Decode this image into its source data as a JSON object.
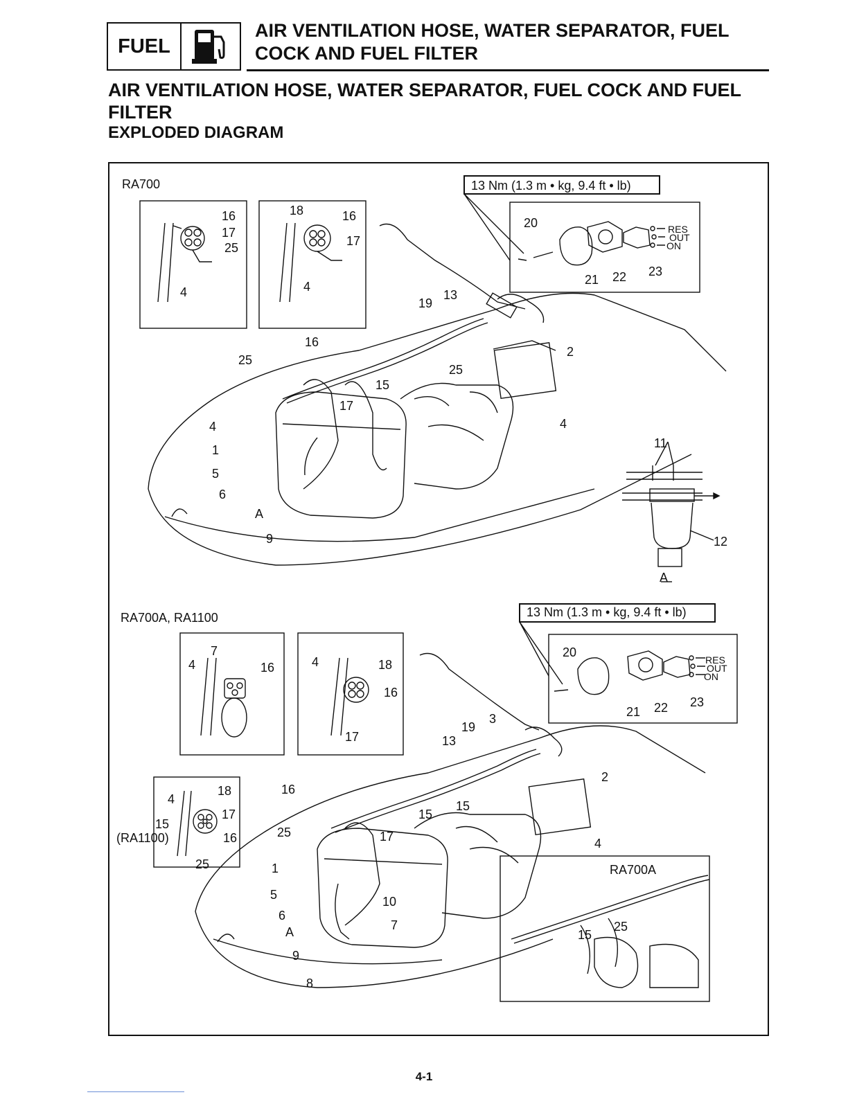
{
  "header": {
    "section_label": "FUEL",
    "icon": "fuel-pump-icon",
    "title": "AIR VENTILATION HOSE, WATER SEPARATOR, FUEL COCK AND FUEL FILTER"
  },
  "section_title": "AIR VENTILATION HOSE, WATER SEPARATOR, FUEL COCK AND FUEL FILTER",
  "subtitle": "EXPLODED DIAGRAM",
  "diagram_top": {
    "model": "RA700",
    "torque": "13 Nm (1.3 m • kg, 9.4 ft • lb)",
    "cock_positions": [
      "RES",
      "OUT",
      "ON"
    ],
    "detail_view": "A"
  },
  "diagram_bottom": {
    "model": "RA700A, RA1100",
    "torque": "13 Nm (1.3 m • kg, 9.4 ft • lb)",
    "cock_positions": [
      "RES",
      "OUT",
      "ON"
    ],
    "variant_note": "(RA1100)",
    "inset_model": "RA700A"
  },
  "page_number": "4-1"
}
